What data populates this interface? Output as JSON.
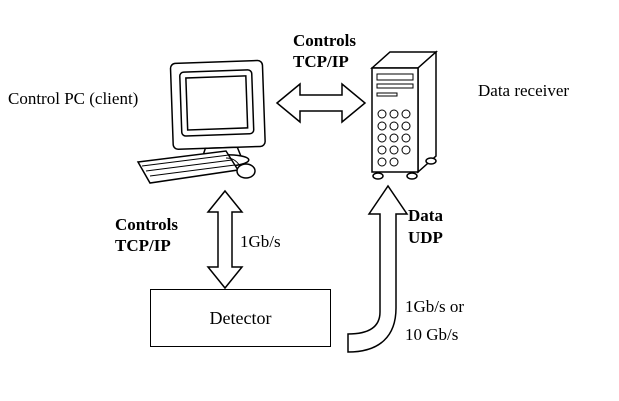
{
  "diagram": {
    "nodes": {
      "control_pc": {
        "label": "Control PC (client)"
      },
      "data_receiver": {
        "label": "Data receiver"
      },
      "detector": {
        "label": "Detector"
      }
    },
    "links": {
      "pc_receiver": {
        "label_line1": "Controls",
        "label_line2": "TCP/IP"
      },
      "pc_detector": {
        "label_line1": "Controls",
        "label_line2": "TCP/IP",
        "rate": "1Gb/s"
      },
      "detector_receiver": {
        "label_line1": "Data",
        "label_line2": "UDP",
        "rate_line1": "1Gb/s  or",
        "rate_line2": "10 Gb/s"
      }
    },
    "colors": {
      "stroke": "#000000",
      "background": "#ffffff"
    }
  }
}
